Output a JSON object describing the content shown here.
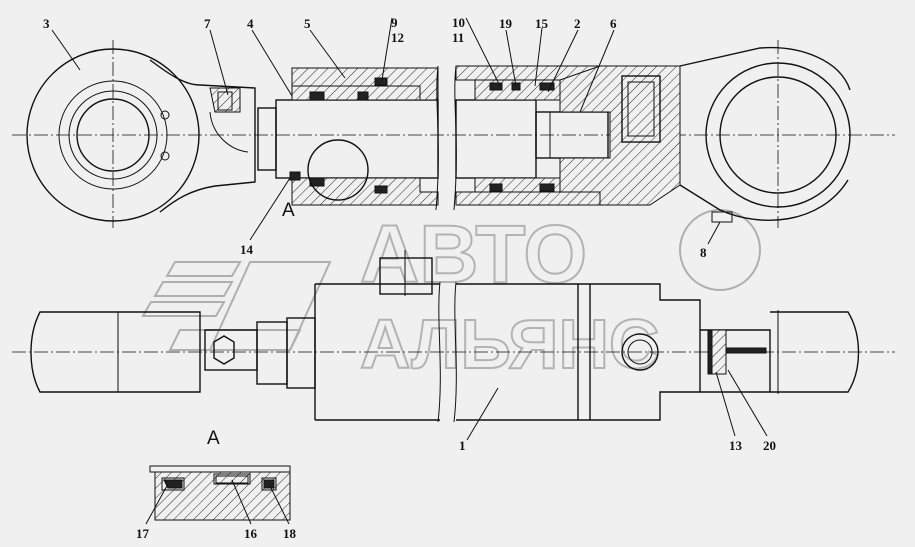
{
  "drawing": {
    "callouts": [
      "3",
      "7",
      "4",
      "5",
      "9",
      "12",
      "10",
      "11",
      "19",
      "15",
      "2",
      "6",
      "14",
      "8",
      "1",
      "13",
      "20",
      "17",
      "16",
      "18"
    ],
    "section_label": "A",
    "detail_label": "A"
  },
  "watermark": {
    "line1": "АВТО",
    "line2": "АЛЬЯНС"
  }
}
